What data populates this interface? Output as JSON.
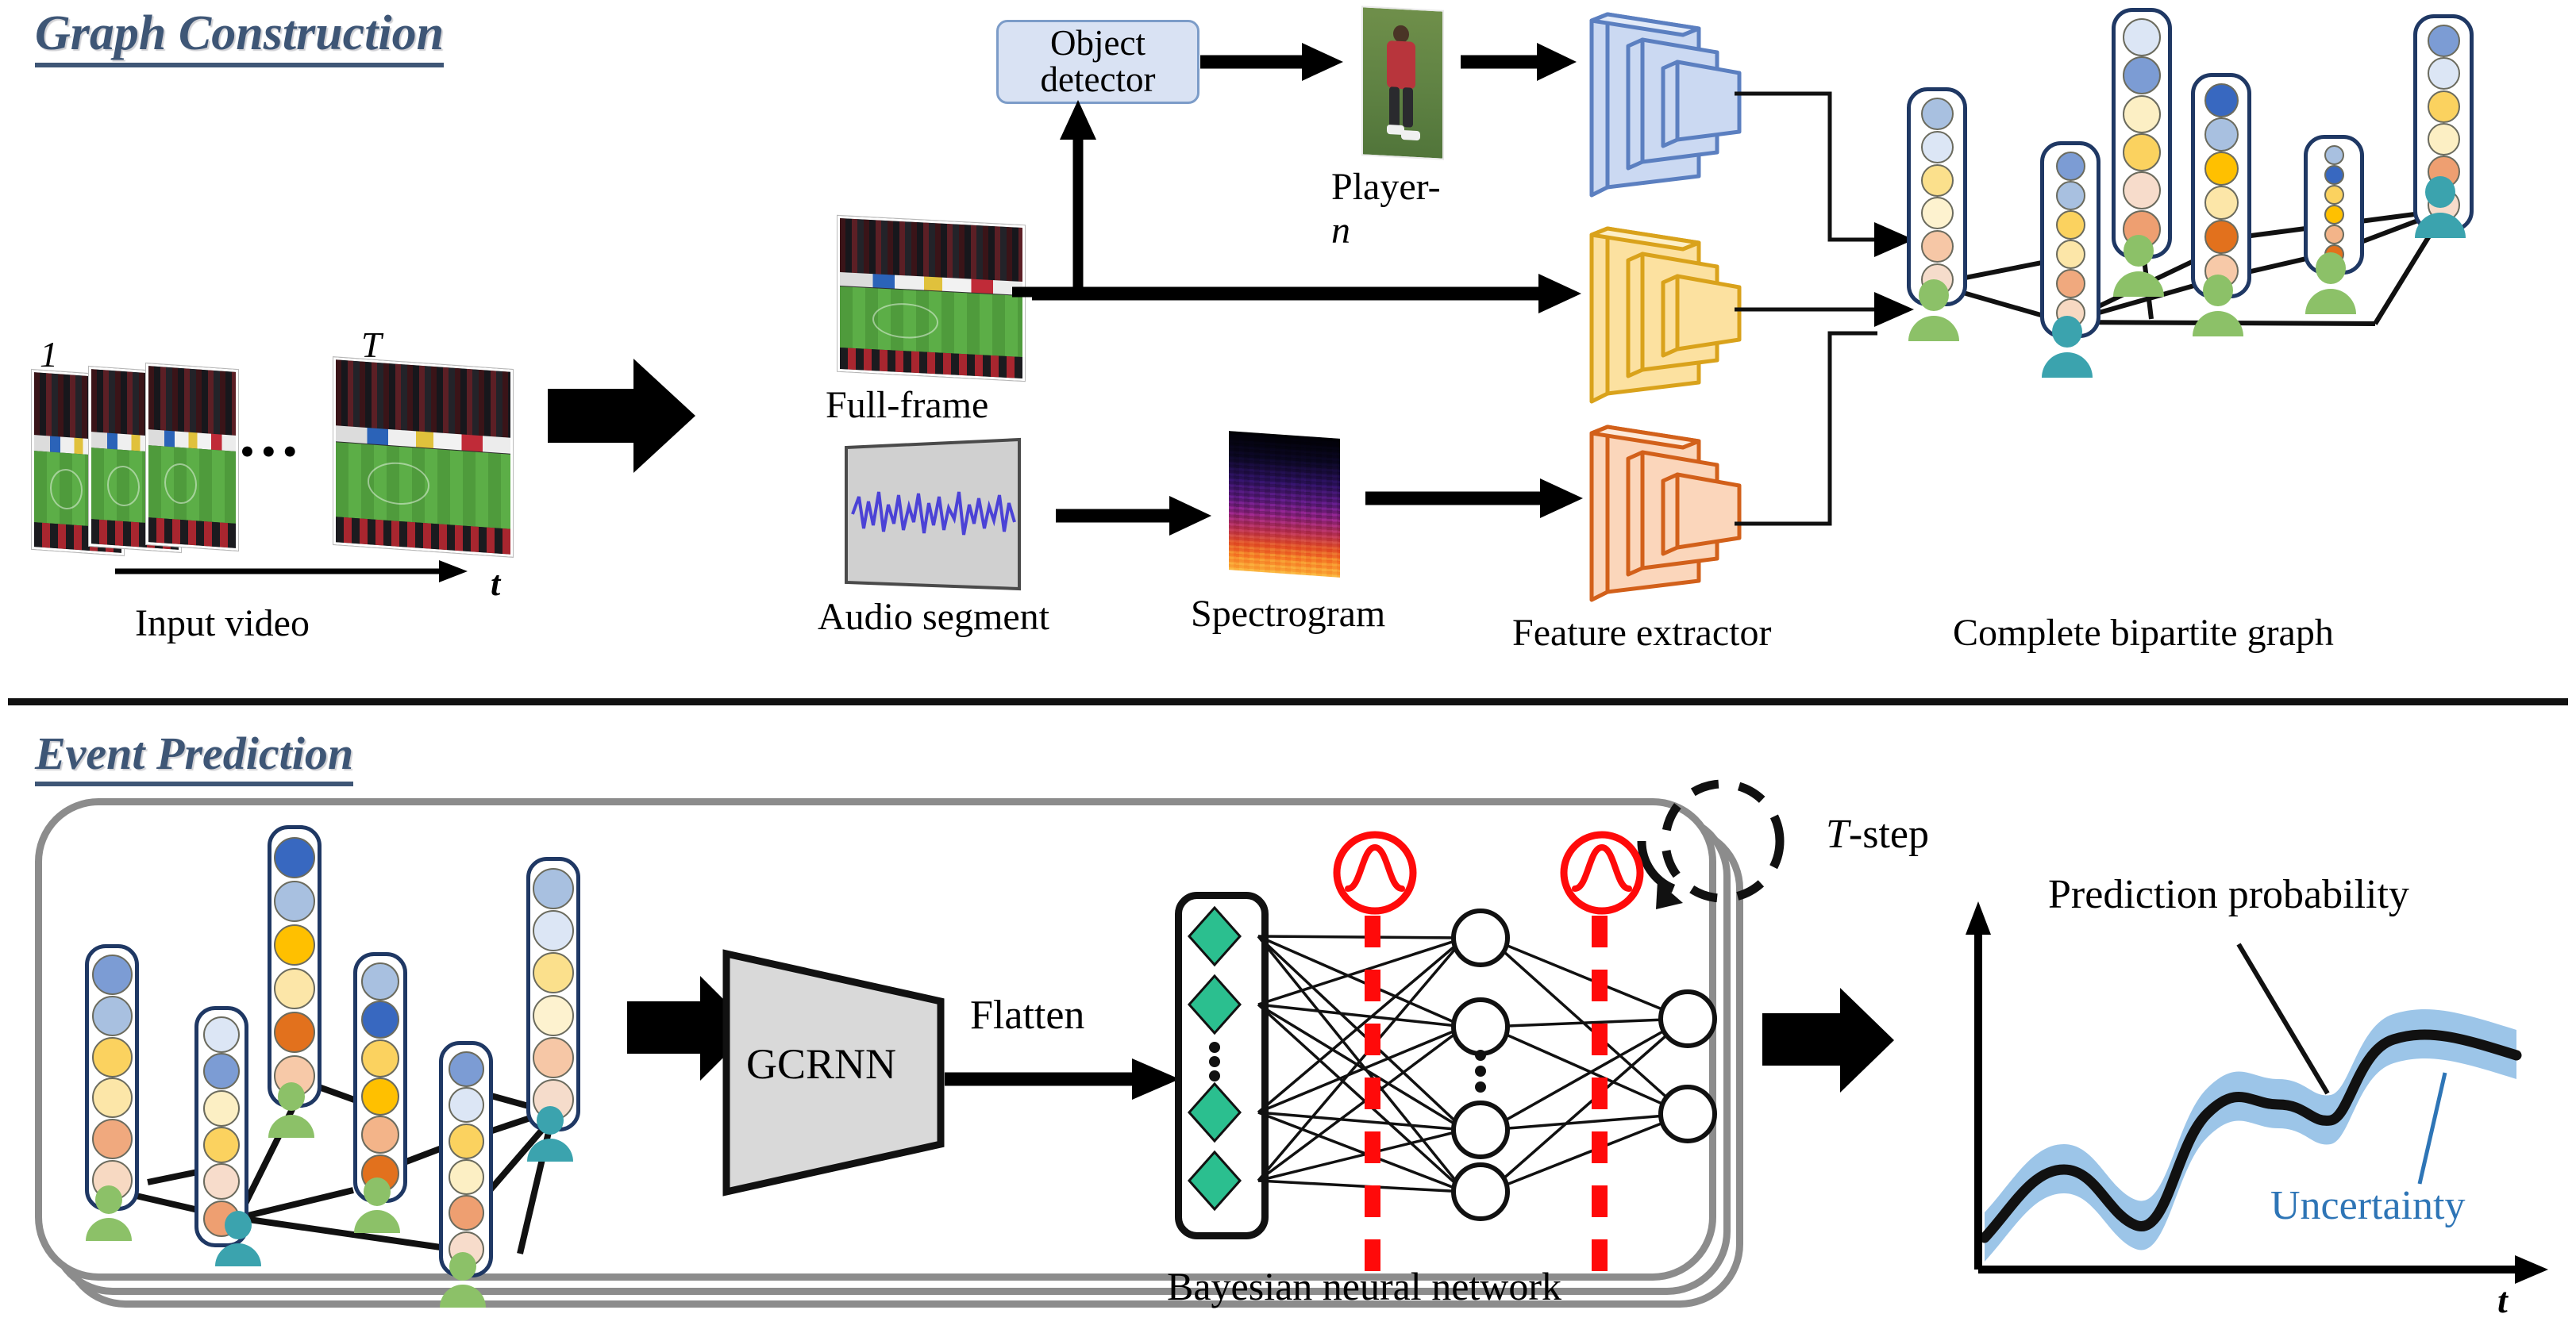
{
  "sections": {
    "graph_construction": {
      "title": "Graph Construction",
      "labels": {
        "frame_first": "1",
        "frame_last": "T",
        "time_axis": "t",
        "input_video": "Input video",
        "object_detector": "Object\ndetector",
        "object_detector_line1": "Object",
        "object_detector_line2": "detector",
        "player": "Player-n",
        "player_prefix": "Player-",
        "player_index": "n",
        "full_frame": "Full-frame",
        "audio_segment": "Audio segment",
        "spectrogram": "Spectrogram",
        "feature_extractor": "Feature extractor",
        "bipartite_graph": "Complete bipartite graph"
      }
    },
    "event_prediction": {
      "title": "Event Prediction",
      "labels": {
        "gcrnn": "GCRNN",
        "flatten": "Flatten",
        "bnn": "Bayesian  neural  network",
        "t_step": "T-step",
        "t_step_prefix": "T",
        "t_step_suffix": "-step",
        "prediction_probability": "Prediction probability",
        "uncertainty": "Uncertainty",
        "time_axis": "t"
      }
    }
  },
  "colors": {
    "title_blue": "#3E5676",
    "detector_fill": "#D9E2F3",
    "detector_border": "#7C9CC8",
    "cnn_blue_fill": "#CBD9F2",
    "cnn_blue_border": "#5B7FC0",
    "cnn_yellow_fill": "#FCE1A0",
    "cnn_yellow_border": "#D9A21B",
    "cnn_orange_fill": "#FBD6BB",
    "cnn_orange_border": "#D2601A",
    "node_border": "#1F3864",
    "person_green": "#8CC168",
    "person_teal": "#3BA3AE",
    "gcrnn_fill": "#D9D9D9",
    "bnn_diamond": "#2BBF8F",
    "dropout_red": "#FF0A0A",
    "uncertainty_blue": "#9CC5E8",
    "uncertainty_text": "#2E75B6",
    "stack_gray": "#8C8C8C",
    "audio_fill": "#D0D0D0",
    "audio_wave": "#4B42D6"
  },
  "graph_nodes": {
    "top_vectors": [
      {
        "id": "v1",
        "dots": [
          "#A8C0E0",
          "#DCE6F5",
          "#FBE08C",
          "#FDF2CF",
          "#F6C7A6",
          "#F5DCCB"
        ]
      },
      {
        "id": "v2",
        "dots": [
          "#7C9CD4",
          "#A8C0E0",
          "#FBD25F",
          "#FCE6A8",
          "#F0A97E",
          "#F7D9C2"
        ]
      },
      {
        "id": "v3",
        "dots": [
          "#DCE6F5",
          "#7C9CD4",
          "#FCEFC4",
          "#FBD25F",
          "#F7DCCB",
          "#EE9F71"
        ]
      },
      {
        "id": "v4",
        "dots": [
          "#3868C0",
          "#A8C0E0",
          "#FFC000",
          "#FCE6A8",
          "#E2711D",
          "#F7C9A8"
        ]
      },
      {
        "id": "v5",
        "dots": [
          "#A8C0E0",
          "#3868C0",
          "#FBD25F",
          "#FFC000",
          "#F3B489",
          "#E2711D"
        ]
      },
      {
        "id": "v6",
        "dots": [
          "#7C9CD4",
          "#DCE6F5",
          "#FBD25F",
          "#FCEFC4",
          "#EE9F71",
          "#F7DCCB"
        ]
      }
    ],
    "people": [
      "green",
      "teal",
      "green",
      "teal",
      "green",
      "teal"
    ]
  },
  "chart_data": {
    "type": "line",
    "title": "Prediction probability",
    "xlabel": "t",
    "ylabel": "",
    "series": [
      {
        "name": "Prediction probability",
        "x": [
          0,
          5,
          10,
          15,
          20,
          25,
          30,
          35,
          40,
          45,
          50,
          55,
          60,
          65,
          70,
          75,
          80,
          85,
          90,
          95,
          100
        ],
        "y": [
          14,
          20,
          28,
          33,
          30,
          24,
          21,
          24,
          33,
          44,
          54,
          60,
          57,
          53,
          55,
          62,
          75,
          82,
          84,
          83,
          80
        ]
      },
      {
        "name": "Uncertainty band (upper)",
        "x": [
          0,
          5,
          10,
          15,
          20,
          25,
          30,
          35,
          40,
          45,
          50,
          55,
          60,
          65,
          70,
          75,
          80,
          85,
          90,
          95,
          100
        ],
        "y": [
          22,
          28,
          36,
          41,
          38,
          32,
          29,
          32,
          41,
          52,
          62,
          68,
          65,
          61,
          63,
          70,
          83,
          90,
          92,
          91,
          88
        ]
      },
      {
        "name": "Uncertainty band (lower)",
        "x": [
          0,
          5,
          10,
          15,
          20,
          25,
          30,
          35,
          40,
          45,
          50,
          55,
          60,
          65,
          70,
          75,
          80,
          85,
          90,
          95,
          100
        ],
        "y": [
          6,
          12,
          20,
          25,
          22,
          16,
          13,
          16,
          25,
          36,
          46,
          52,
          49,
          45,
          47,
          54,
          67,
          74,
          76,
          75,
          72
        ]
      }
    ],
    "annotations": [
      "Prediction probability",
      "Uncertainty"
    ],
    "grid": false,
    "legend": "none"
  }
}
